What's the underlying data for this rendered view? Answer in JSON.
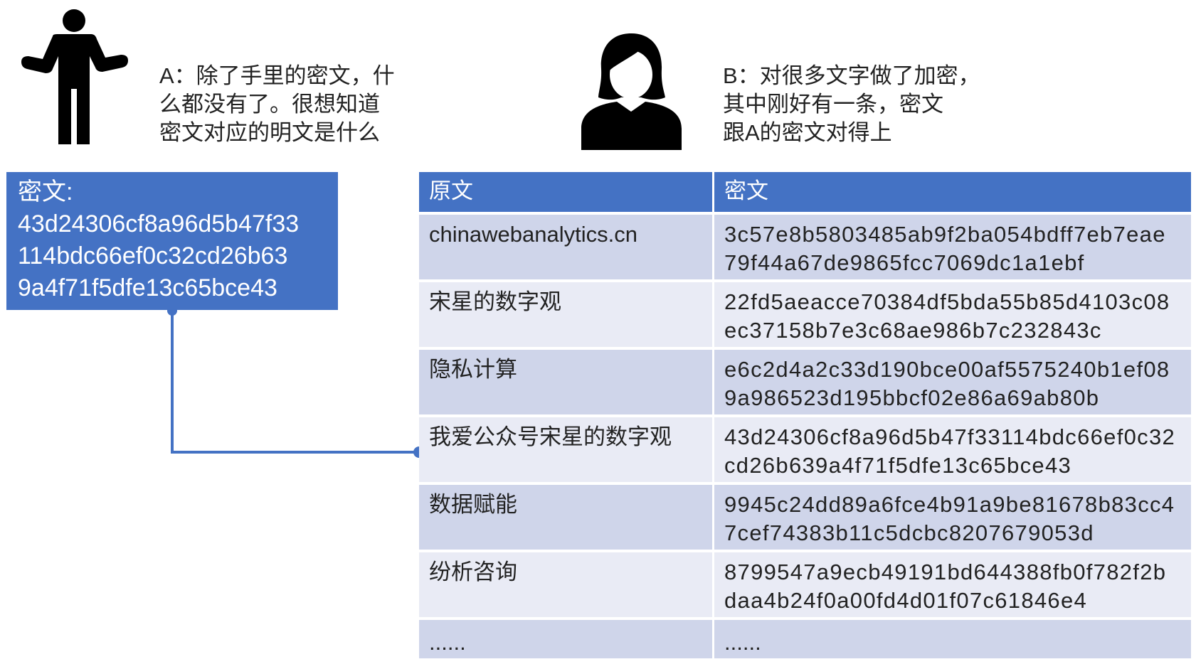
{
  "person_a": {
    "icon": "person-shrug-icon",
    "speech_lines": [
      "A：除了手里的密文，什",
      "么都没有了。很想知道",
      "密文对应的明文是什么"
    ]
  },
  "person_b": {
    "icon": "woman-user-icon",
    "speech_lines": [
      "B：对很多文字做了加密，",
      "其中刚好有一条，密文",
      "跟A的密文对得上"
    ]
  },
  "cipher_box": {
    "label": "密文:",
    "lines": [
      "43d24306cf8a96d5b47f33",
      "114bdc66ef0c32cd26b63",
      "9a4f71f5dfe13c65bce43"
    ]
  },
  "table": {
    "headers": [
      "原文",
      "密文"
    ],
    "rows": [
      {
        "plain": "chinawebanalytics.cn",
        "cipher1": "3c57e8b5803485ab9f2ba054bdff7eb7eae",
        "cipher2": "79f44a67de9865fcc7069dc1a1ebf"
      },
      {
        "plain": "宋星的数字观",
        "cipher1": "22fd5aeacce70384df5bda55b85d4103c08",
        "cipher2": "ec37158b7e3c68ae986b7c232843c"
      },
      {
        "plain": "隐私计算",
        "cipher1": "e6c2d4a2c33d190bce00af5575240b1ef08",
        "cipher2": "9a986523d195bbcf02e86a69ab80b"
      },
      {
        "plain": "我爱公众号宋星的数字观",
        "cipher1": "43d24306cf8a96d5b47f33114bdc66ef0c32",
        "cipher2": "cd26b639a4f71f5dfe13c65bce43"
      },
      {
        "plain": "数据赋能",
        "cipher1": "9945c24dd89a6fce4b91a9be81678b83cc4",
        "cipher2": "7cef74383b11c5dcbc8207679053d"
      },
      {
        "plain": "纷析咨询",
        "cipher1": "8799547a9ecb49191bd644388fb0f782f2b",
        "cipher2": "daa4b24f0a00fd4d01f07c61846e4"
      },
      {
        "plain": "......",
        "cipher1": "......",
        "cipher2": ""
      }
    ]
  },
  "colors": {
    "accent": "#4472c4",
    "row_odd": "#cfd5ea",
    "row_even": "#e9ebf5"
  }
}
